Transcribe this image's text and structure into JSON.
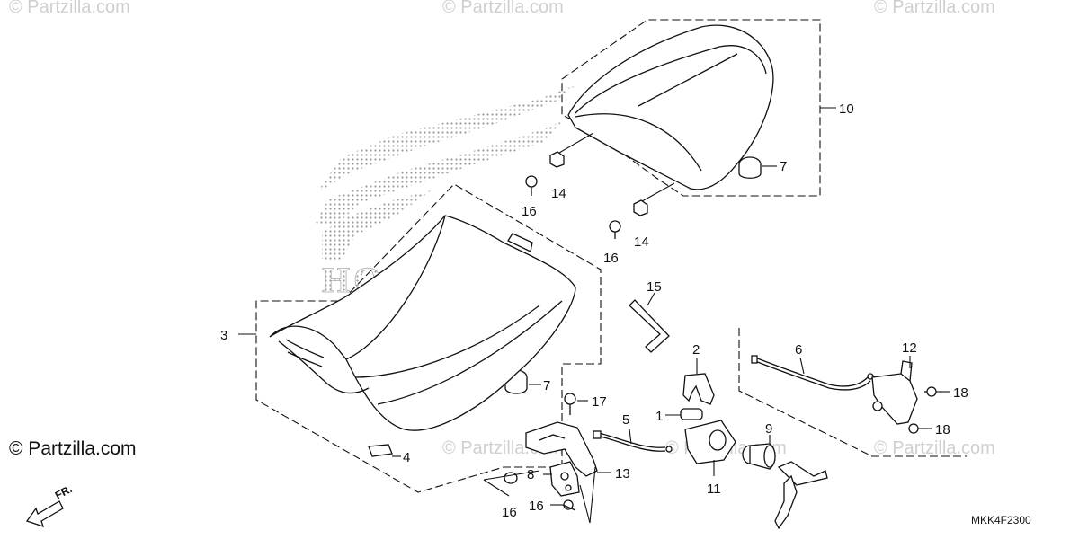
{
  "watermarks": [
    "© Partzilla.com",
    "© Partzilla.com",
    "© Partzilla.com",
    "© Partzilla.com",
    "© Partzilla.com",
    "© Partzilla.com"
  ],
  "copyright": "© Partzilla.com",
  "diagram_code": "MKK4F2300",
  "direction_label": "FR.",
  "brand_wordmark": "HONDA",
  "callouts": [
    "1",
    "2",
    "3",
    "4",
    "5",
    "6",
    "7",
    "7",
    "8",
    "9",
    "10",
    "11",
    "12",
    "13",
    "14",
    "14",
    "15",
    "16",
    "16",
    "16",
    "16",
    "17",
    "18",
    "18"
  ],
  "colors": {
    "line": "#111111",
    "watermark": "#cfcfcf",
    "background": "#ffffff"
  }
}
